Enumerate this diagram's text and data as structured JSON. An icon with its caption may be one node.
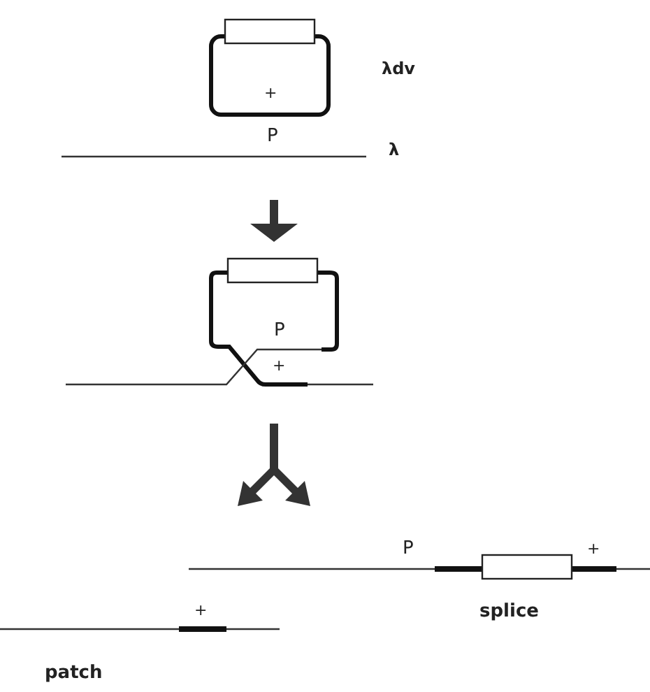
{
  "diagram": {
    "labels": [
      "λdv",
      "+",
      "P",
      "λ",
      "P",
      "+",
      "P",
      "+",
      "splice",
      "+",
      "patch"
    ]
  }
}
